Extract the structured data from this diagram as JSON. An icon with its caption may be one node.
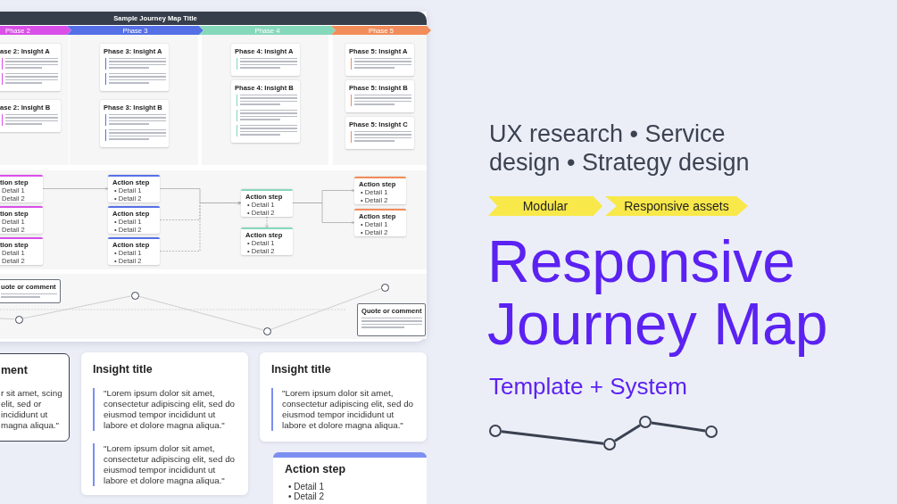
{
  "diagram": {
    "title": "Responsive Journey Map",
    "nodes": [
      {
        "text": [
          "Sample Journey Map Title"
        ]
      },
      {
        "text": [
          "Phase 2"
        ],
        "in": 0
      },
      {
        "text": [
          "Phase 3"
        ],
        "in": 0
      },
      {
        "text": [
          "Phase 4"
        ],
        "in": 0
      },
      {
        "text": [
          "Phase 5"
        ],
        "in": 0
      },
      {
        "text": [
          "ase 2: Insight A"
        ],
        "in": 0
      },
      {
        "text": [
          "ase 2: Insight B"
        ],
        "in": 0
      },
      {
        "text": [
          "Phase 3: Insight A"
        ],
        "in": 0
      },
      {
        "text": [
          "Phase 3: Insight B"
        ],
        "in": 0
      },
      {
        "text": [
          "Phase 4: Insight A"
        ],
        "in": 0
      },
      {
        "text": [
          "Phase 4: Insight B"
        ],
        "in": 0
      },
      {
        "text": [
          "Phase 5: Insight A"
        ],
        "in": 0
      },
      {
        "text": [
          "Phase 5: Insight B"
        ],
        "in": 0
      },
      {
        "text": [
          "Phase 5: Insight C"
        ],
        "in": 0
      },
      {
        "text": [
          "tion step",
          "Detail 1",
          "Detail 2"
        ],
        "in": 0
      },
      {
        "text": [
          "tion step",
          "Detail 1",
          "Detail 2"
        ],
        "in": 0
      },
      {
        "text": [
          "tion step",
          "Detail 1",
          "Detail 2"
        ],
        "in": 0
      },
      {
        "text": [
          "Action step",
          "• Detail 1",
          "• Detail 2"
        ],
        "in": 0
      },
      {
        "text": [
          "Action step",
          "• Detail 1",
          "• Detail 2"
        ],
        "in": 0
      },
      {
        "text": [
          "Action step",
          "• Detail 1",
          "• Detail 2"
        ],
        "in": 0
      },
      {
        "text": [
          "Action step",
          "• Detail 1",
          "• Detail 2"
        ],
        "in": 0
      },
      {
        "text": [
          "Action step",
          "• Detail 1",
          "• Detail 2"
        ],
        "in": 0
      },
      {
        "text": [
          "Action step",
          "• Detail 1",
          "• Detail 2"
        ],
        "in": 0
      },
      {
        "text": [
          "Action step",
          "• Detail 1",
          "• Detail 2"
        ],
        "in": 0
      },
      {
        "text": [
          "uote or comment"
        ],
        "in": 0
      },
      {
        "text": [
          "Quote or comment"
        ],
        "in": 0
      },
      {
        "text": [],
        "shape": "circle",
        "in": 0
      },
      {
        "text": [],
        "shape": "circle",
        "in": 0
      },
      {
        "text": [],
        "shape": "circle",
        "in": 0
      },
      {
        "text": [],
        "shape": "circle",
        "in": 0
      },
      {
        "text": [
          "ment",
          "r sit amet, scing elit, sed or incididunt ut magna aliqua.\""
        ]
      },
      {
        "text": [
          "Insight title",
          "\"Lorem ipsum dolor sit amet, consectetur adipiscing elit, sed do eiusmod tempor incididunt ut labore et dolore magna aliqua.\"",
          "\"Lorem ipsum dolor sit amet, consectetur adipiscing elit, sed do eiusmod tempor incididunt ut labore et dolore magna aliqua.\""
        ]
      },
      {
        "text": [
          "Insight title",
          "\"Lorem ipsum dolor sit amet, consectetur adipiscing elit, sed do eiusmod tempor incididunt ut labore et dolore magna aliqua.\""
        ]
      },
      {
        "text": [
          "Action step",
          "• Detail 1",
          "• Detail 2"
        ]
      },
      {
        "text": [
          "Modular"
        ]
      },
      {
        "text": [
          "Responsive assets"
        ]
      },
      {
        "text": [],
        "shape": "circle"
      },
      {
        "text": [],
        "shape": "circle"
      },
      {
        "text": [],
        "shape": "circle"
      },
      {
        "text": [],
        "shape": "circle"
      }
    ],
    "edges": [
      {
        "from": 14,
        "to": 17,
        "arrow": "to"
      },
      {
        "from": 17,
        "to": 20,
        "arrow": "to"
      },
      {
        "from": 18,
        "to": 20,
        "arrow": "to",
        "style": "dashed"
      },
      {
        "from": 19,
        "to": 20,
        "arrow": "to",
        "style": "dashed"
      },
      {
        "from": 20,
        "to": 21,
        "arrow": "to",
        "style": "dashed"
      },
      {
        "from": 20,
        "to": 22,
        "arrow": "to"
      },
      {
        "from": 20,
        "to": 23,
        "arrow": "to"
      },
      {
        "from": null,
        "to": 26,
        "arrow": "none"
      },
      {
        "from": 26,
        "to": 27,
        "arrow": "none"
      },
      {
        "from": 27,
        "to": 28,
        "arrow": "none"
      },
      {
        "from": 28,
        "to": 29,
        "arrow": "none"
      },
      {
        "from": 36,
        "to": 37,
        "arrow": "none",
        "style": "thick",
        "color": "#3a4150"
      },
      {
        "from": 37,
        "to": 38,
        "arrow": "none",
        "style": "thick",
        "color": "#3a4150"
      },
      {
        "from": 38,
        "to": 39,
        "arrow": "none",
        "style": "thick",
        "color": "#3a4150"
      }
    ],
    "labels": [
      "UX research • Service design • Strategy design",
      "Template + System"
    ]
  }
}
